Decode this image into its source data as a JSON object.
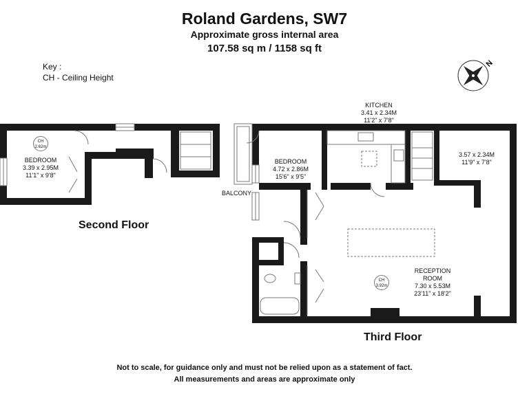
{
  "header": {
    "title": "Roland Gardens, SW7",
    "subtitle": "Approximate gross internal area",
    "area": "107.58 sq m /  1158 sq ft"
  },
  "key": {
    "heading": "Key :",
    "entry": "CH - Ceiling Height"
  },
  "compass": {
    "letter": "N",
    "icon": "compass-icon"
  },
  "second_floor": {
    "title": "Second Floor",
    "bedroom": {
      "name": "BEDROOM",
      "metric": "3.39 x 2.95M",
      "imperial": "11'1\" x 9'8\""
    },
    "ceiling": {
      "label": "CH",
      "value": "2.62m"
    }
  },
  "third_floor": {
    "title": "Third Floor",
    "kitchen": {
      "name": "KITCHEN",
      "metric": "3.41 x 2.34M",
      "imperial": "11'2\" x 7'8\""
    },
    "bedroom": {
      "name": "BEDROOM",
      "metric": "4.72 x 2.86M",
      "imperial": "15'6\" x 9'5\""
    },
    "room_unnamed": {
      "metric": "3.57 x 2.34M",
      "imperial": "11'9\" x 7'8\""
    },
    "reception": {
      "name_line1": "RECEPTION",
      "name_line2": "ROOM",
      "metric": "7.30 x 5.53M",
      "imperial": "23'11\" x 18'2\""
    },
    "balcony": "BALCONY",
    "ceiling": {
      "label": "CH",
      "value": "3.92m"
    }
  },
  "footer": {
    "line1": "Not to scale, for guidance only and must not be relied upon as a statement of fact.",
    "line2": "All measurements and areas are approximate only"
  }
}
